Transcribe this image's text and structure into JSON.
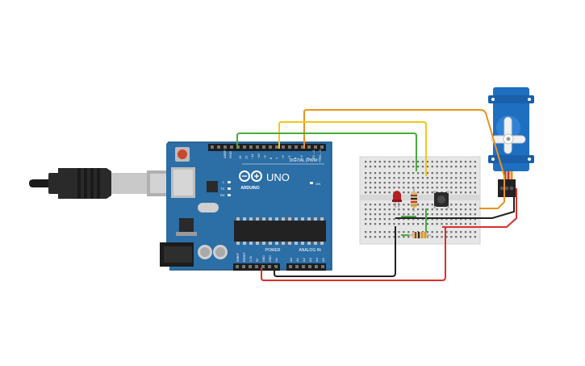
{
  "board": {
    "brand": "ARDUINO",
    "model": "UNO",
    "digital_header": "DIGITAL (PWM~)",
    "power_header": "POWER",
    "analog_header": "ANALOG IN",
    "on_label": "ON",
    "tx_label": "TX",
    "rx_label": "RX",
    "l_label": "L",
    "aref_label": "AREF",
    "gnd_label": "GND",
    "digital_pins": [
      "13",
      "12",
      "~11",
      "~10",
      "~9",
      "8",
      "7",
      "~6",
      "~5",
      "4",
      "~3",
      "2",
      "TX→1",
      "RX←0"
    ],
    "power_pins": [
      "IOREF",
      "RESET",
      "3.3V",
      "5V",
      "GND",
      "GND",
      "Vin"
    ],
    "analog_pins": [
      "A0",
      "A1",
      "A2",
      "A3",
      "A4",
      "A5"
    ]
  },
  "colors": {
    "board": "#2c6ea6",
    "board_dark": "#1f5585",
    "wire_orange": "#e8931e",
    "wire_yellow": "#f2c81b",
    "wire_green": "#48ad3c",
    "wire_red": "#d9302c",
    "wire_black": "#222222",
    "servo_blue": "#1f6fc1",
    "breadboard": "#e6e6e6"
  },
  "components": {
    "usb_cable": "usb-cable-icon",
    "breadboard": "breadboard-icon",
    "led": "red-led-icon",
    "button": "pushbutton-icon",
    "resistor": "resistor-icon",
    "servo": "servo-motor-icon"
  }
}
